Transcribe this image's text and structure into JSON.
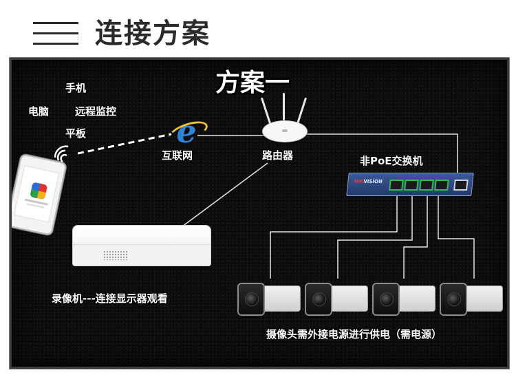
{
  "heading": {
    "title": "连接方案"
  },
  "diagram": {
    "scheme_title": "方案一",
    "labels": {
      "phone": "手机",
      "pc": "电脑",
      "remote": "远程监控",
      "tablet": "平板",
      "internet": "互联网",
      "router": "路由器",
      "switch": "非PoE交换机",
      "nvr": "录像机---连接显示器观看",
      "cameras": "摄像头需外接电源进行供电（需电源）"
    },
    "switch_brand_prefix": "HIK",
    "switch_brand_suffix": "VISION",
    "camera_count": 4,
    "colors": {
      "board": "#0b0b0b",
      "wire": "#e6e6e6",
      "ie_blue": "#2f84d6",
      "switch_blue": "#2f4b84"
    }
  }
}
